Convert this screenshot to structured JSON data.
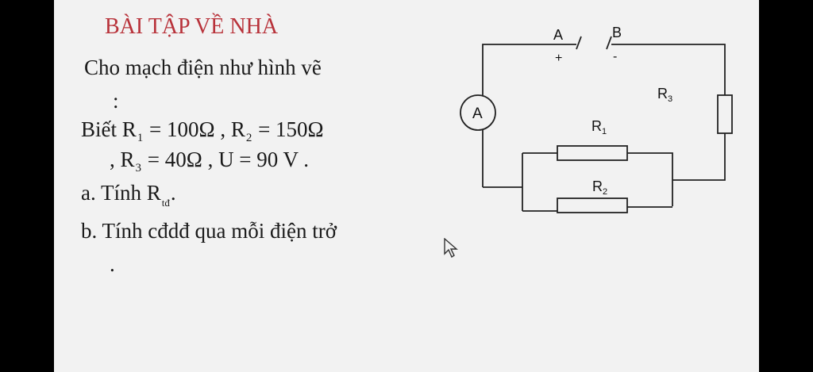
{
  "slide": {
    "title": "BÀI TẬP VỀ NHÀ",
    "intro": "Cho mạch điện như hình vẽ",
    "colon": ":",
    "given": {
      "prefix": "Biết",
      "r1_sym": "R",
      "r1_sub": "1",
      "r1_val": "= 100Ω",
      "r2_sym": "R",
      "r2_sub": "2",
      "r2_val": "= 150Ω",
      "sep": ",",
      "r3_sym": "R",
      "r3_sub": "3",
      "r3_val": "= 40Ω",
      "u_val": "U = 90 V ."
    },
    "question_a": {
      "text": "a. Tính R",
      "sub": "tđ",
      "end": "."
    },
    "question_b": "b. Tính cđdđ qua mỗi điện trở",
    "trailing_dot": "."
  },
  "circuit": {
    "terminal_a": "A",
    "terminal_b": "B",
    "plus": "+",
    "minus": "-",
    "ammeter": "A",
    "r1_label": {
      "base": "R",
      "sub": "1"
    },
    "r2_label": {
      "base": "R",
      "sub": "2"
    },
    "r3_label": {
      "base": "R",
      "sub": "3"
    }
  },
  "cursor_icon": "mouse-pointer-icon"
}
